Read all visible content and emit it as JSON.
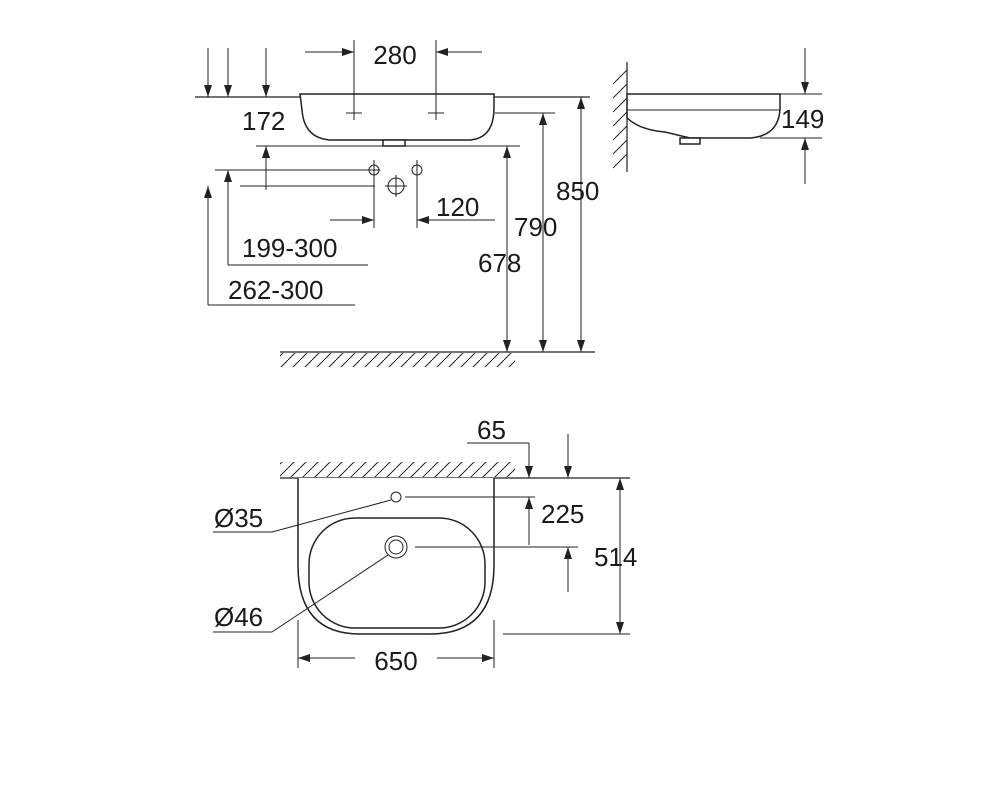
{
  "side_view": {
    "dim_tap_spacing": "280",
    "dim_depth_rim": "172",
    "dim_tap_drop": "120",
    "dim_range_a": "199-300",
    "dim_range_b": "262-300",
    "dim_height_850": "850",
    "dim_height_790": "790",
    "dim_height_678": "678"
  },
  "profile_view": {
    "dim_rim_height": "149"
  },
  "plan_view": {
    "dim_tap_offset": "65",
    "dim_tap_hole_dia": "Ø35",
    "dim_drain_offset": "225",
    "dim_drain_dia": "Ø46",
    "dim_depth": "514",
    "dim_width": "650"
  }
}
